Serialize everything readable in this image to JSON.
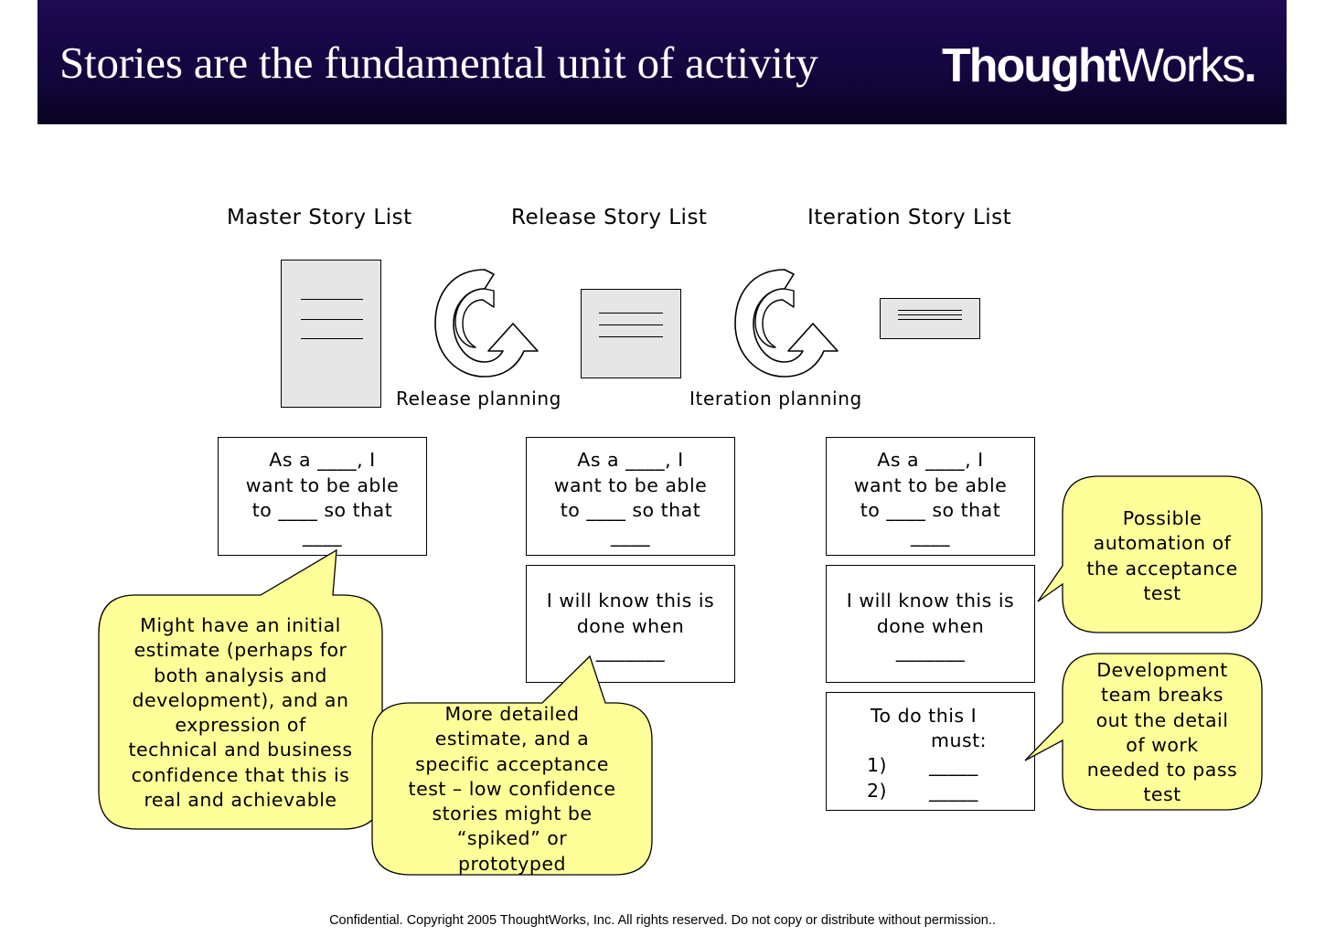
{
  "slide": {
    "title": "Stories are the fundamental unit of activity",
    "logo": {
      "part1": "Thought",
      "part2": "Works",
      "mark": "."
    },
    "footer": "Confidential. Copyright 2005 ThoughtWorks, Inc. All rights reserved. Do not copy or distribute without permission.."
  },
  "lists": {
    "master": "Master Story List",
    "release": "Release Story List",
    "iteration": "Iteration Story List"
  },
  "planning": {
    "release": "Release planning",
    "iteration": "Iteration planning"
  },
  "cards": {
    "story": [
      "As a ____, I",
      "want to be able",
      "to ____ so that",
      "____"
    ],
    "done": [
      "I will know this is",
      "done when",
      "_______"
    ],
    "todo": {
      "heading1": "To do this I",
      "heading2": "must:",
      "item1_num": "1)",
      "item1_blank": "_____",
      "item2_num": "2)",
      "item2_blank": "_____"
    }
  },
  "callouts": {
    "initial_estimate": [
      "Might have an initial",
      "estimate (perhaps for",
      "both analysis and",
      "development), and an",
      "expression of",
      "technical and business",
      "confidence that this is",
      "real and achievable"
    ],
    "detailed_estimate": [
      "More detailed",
      "estimate, and a",
      "specific acceptance",
      "test – low confidence",
      "stories might be",
      "“spiked” or",
      "prototyped"
    ],
    "automation": [
      "Possible",
      "automation of",
      "the acceptance",
      "test"
    ],
    "breakdown": [
      "Development",
      "team breaks",
      "out the detail",
      "of work",
      "needed to pass",
      "test"
    ]
  },
  "colors": {
    "header": "#140640",
    "callout_fill": "#ffff99",
    "doc_fill": "#e6e6e6"
  }
}
